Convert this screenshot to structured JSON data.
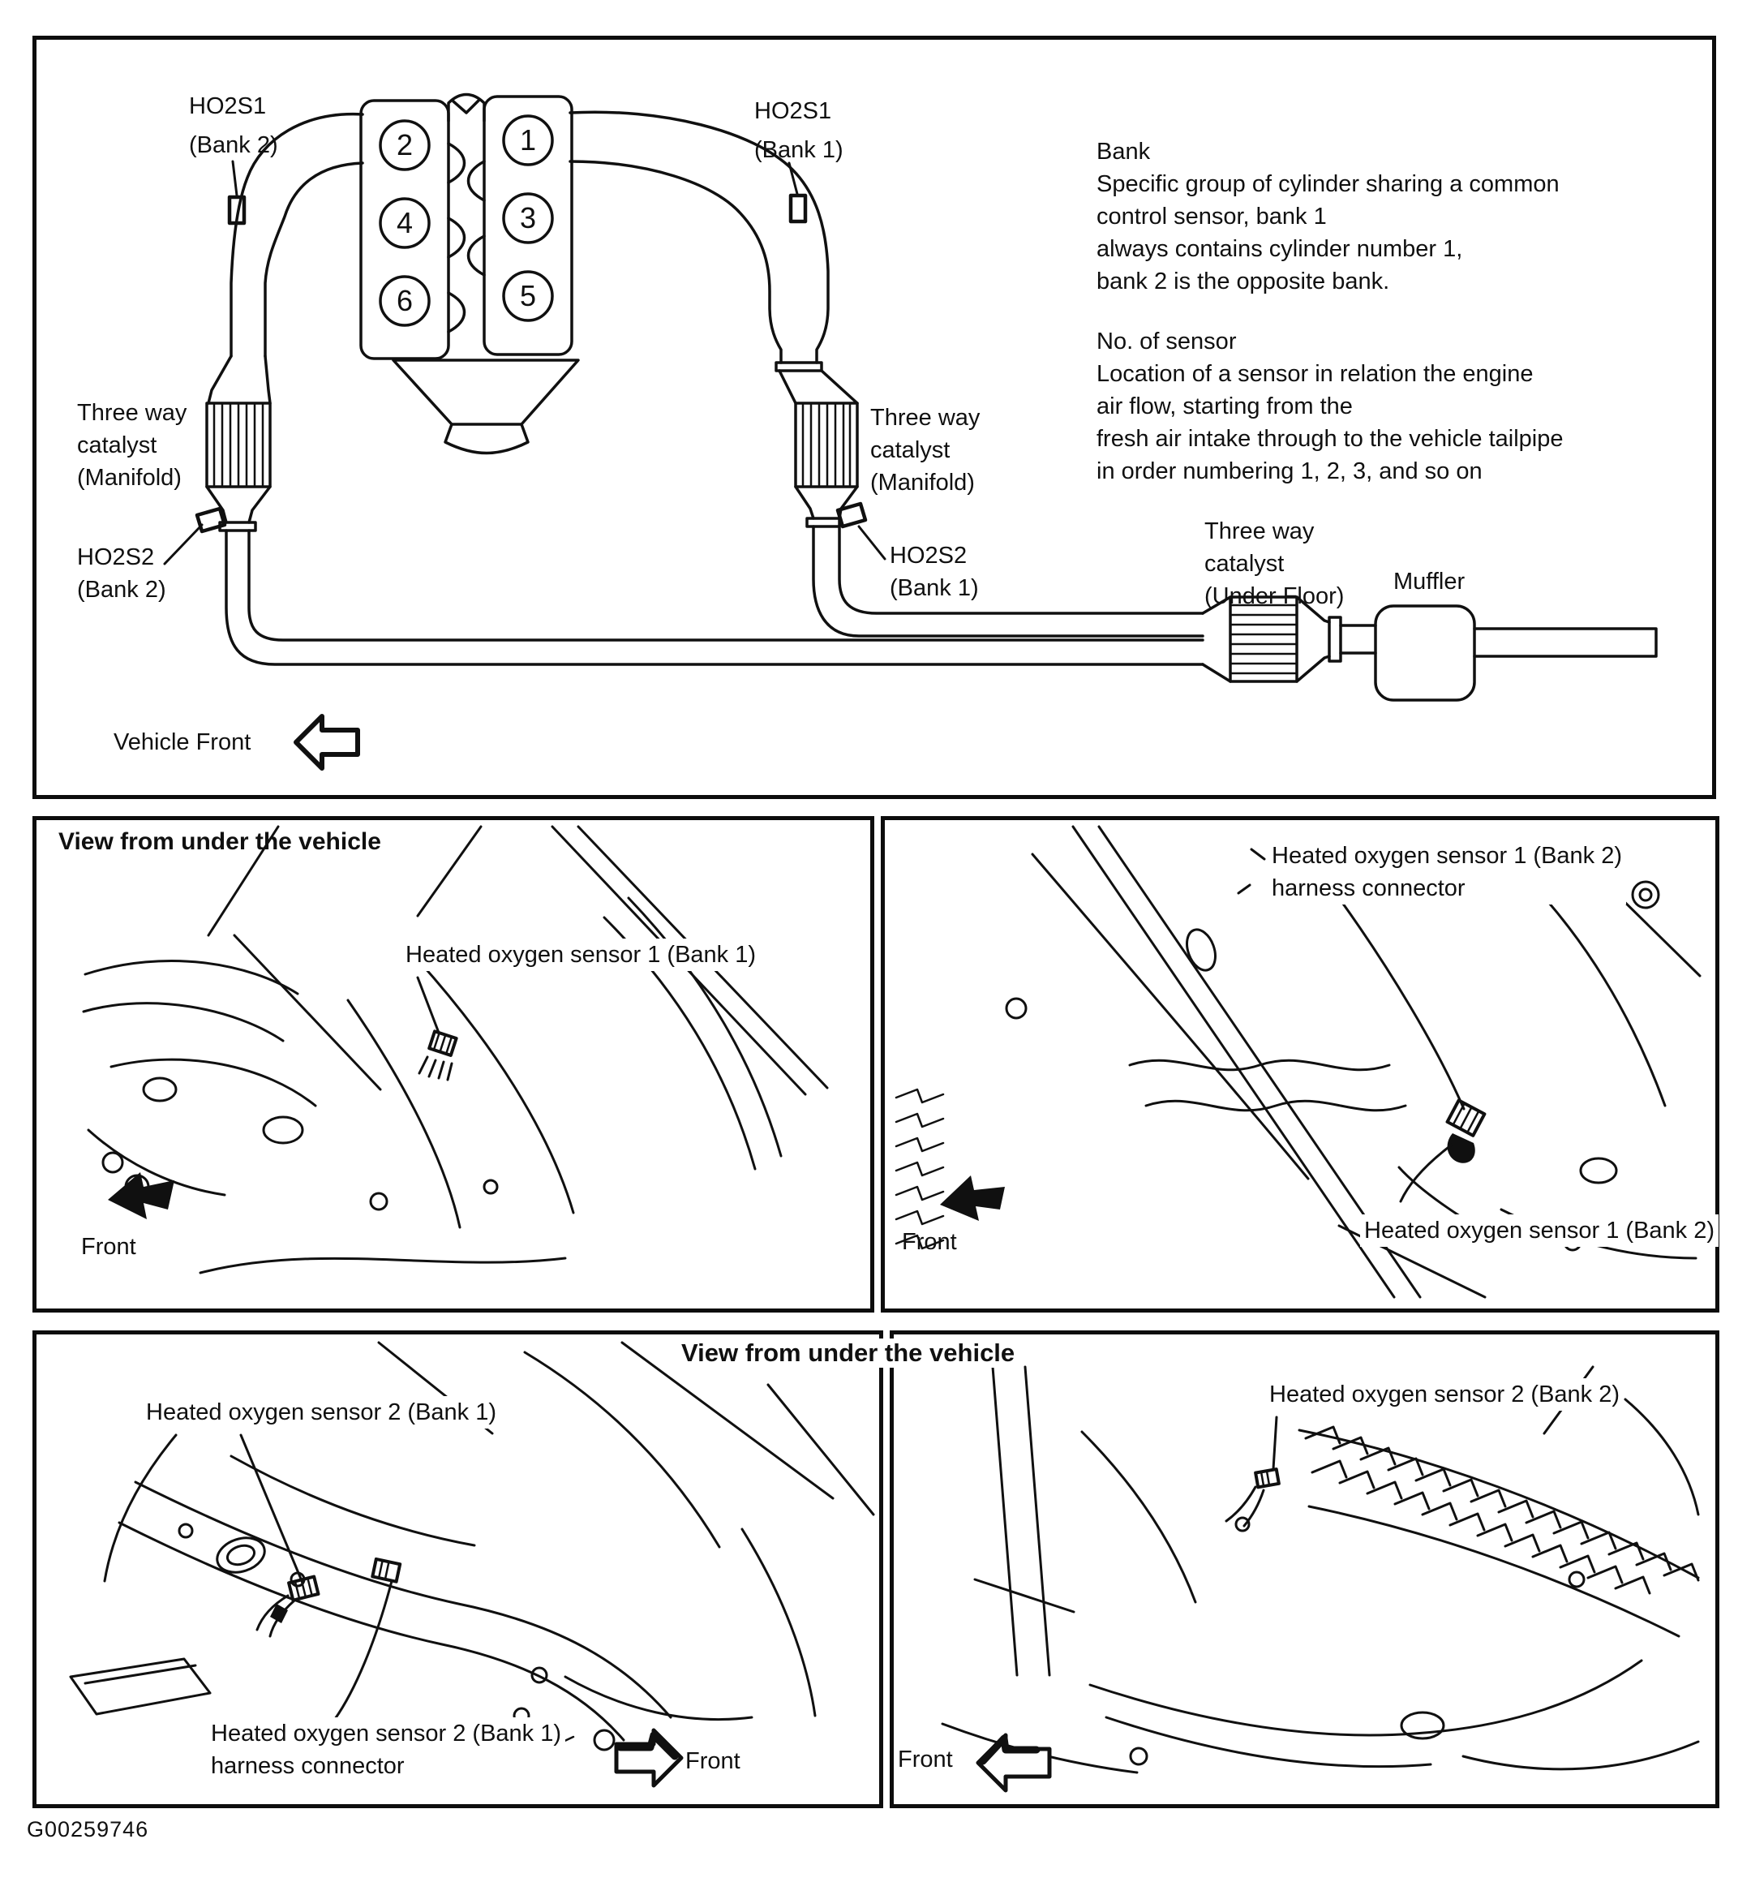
{
  "figure": {
    "code": "G00259746"
  },
  "colors": {
    "ink": "#101010",
    "paper": "#ffffff"
  },
  "top_panel": {
    "cylinders": {
      "c1": "1",
      "c2": "2",
      "c3": "3",
      "c4": "4",
      "c5": "5",
      "c6": "6"
    },
    "ho2s1_bank2": {
      "l1": "HO2S1",
      "l2": "(Bank 2)"
    },
    "ho2s1_bank1": {
      "l1": "HO2S1",
      "l2": "(Bank 1)"
    },
    "twc_left": {
      "l1": "Three way",
      "l2": "catalyst",
      "l3": "(Manifold)"
    },
    "twc_right": {
      "l1": "Three way",
      "l2": "catalyst",
      "l3": "(Manifold)"
    },
    "ho2s2_bank2": {
      "l1": "HO2S2",
      "l2": "(Bank 2)"
    },
    "ho2s2_bank1": {
      "l1": "HO2S2",
      "l2": "(Bank 1)"
    },
    "twc_underfloor": {
      "l1": "Three way",
      "l2": "catalyst",
      "l3": "(Under Floor)"
    },
    "muffler": "Muffler",
    "vehicle_front": "Vehicle Front",
    "bank_note": [
      "Bank",
      "Specific group of cylinder sharing a common",
      "control sensor, bank 1",
      "always contains cylinder number 1,",
      "bank 2 is the opposite bank."
    ],
    "sensor_note": [
      "No. of sensor",
      "Location of a sensor in relation the engine",
      "air flow, starting from the",
      "fresh air intake through to the vehicle tailpipe",
      "in order numbering 1, 2, 3, and so on"
    ]
  },
  "middle_left": {
    "title": "View from under the vehicle",
    "sensor": "Heated oxygen sensor 1 (Bank 1)",
    "front": "Front"
  },
  "middle_right": {
    "connector_l1": "Heated oxygen sensor 1 (Bank 2)",
    "connector_l2": "harness connector",
    "sensor": "Heated oxygen sensor 1 (Bank 2)",
    "front": "Front"
  },
  "bottom_left": {
    "sensor": "Heated oxygen sensor 2 (Bank 1)",
    "connector_l1": "Heated oxygen sensor 2 (Bank 1)",
    "connector_l2": "harness connector",
    "front": "Front"
  },
  "bottom_right": {
    "title": "View from under the vehicle",
    "sensor": "Heated oxygen sensor 2 (Bank 2)",
    "front": "Front"
  }
}
